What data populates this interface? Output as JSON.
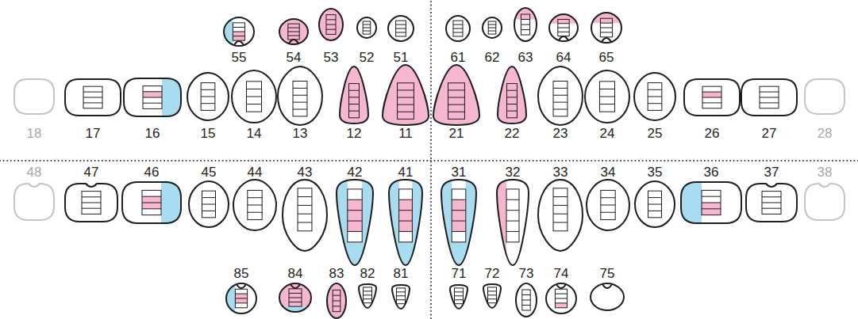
{
  "diagram": {
    "labels": [
      "55",
      "54",
      "53",
      "52",
      "51",
      "61",
      "62",
      "63",
      "64",
      "65",
      "18",
      "17",
      "16",
      "15",
      "14",
      "13",
      "12",
      "11",
      "21",
      "22",
      "23",
      "24",
      "25",
      "26",
      "27",
      "28",
      "48",
      "47",
      "46",
      "45",
      "44",
      "43",
      "42",
      "41",
      "31",
      "32",
      "33",
      "34",
      "35",
      "36",
      "37",
      "38",
      "85",
      "84",
      "83",
      "82",
      "81",
      "71",
      "72",
      "73",
      "74",
      "75"
    ]
  }
}
